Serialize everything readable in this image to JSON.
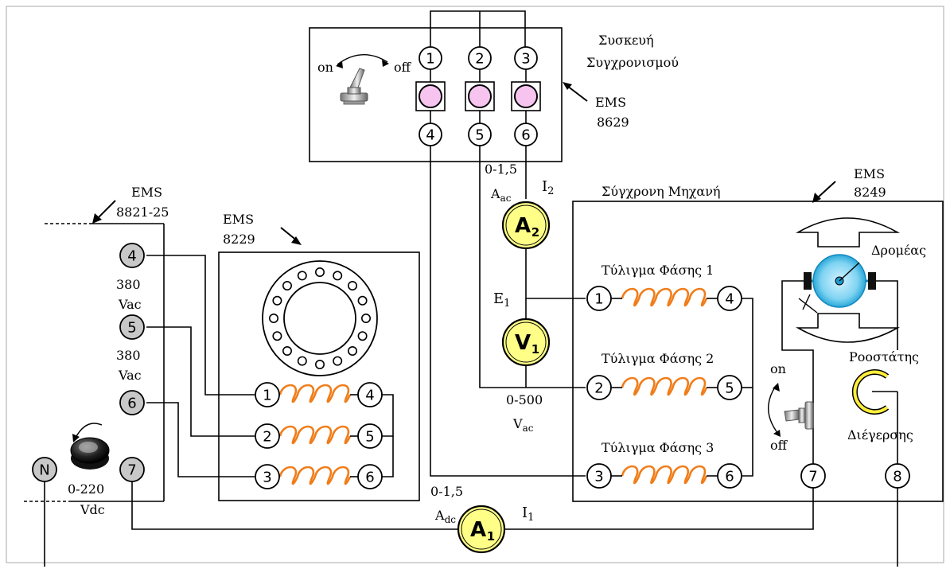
{
  "sync_device": {
    "title_line1": "Συσκευή",
    "title_line2": "Συγχρονισμού",
    "ems_label": "EMS",
    "ems_number": "8629",
    "switch_on": "on",
    "switch_off": "off",
    "terminals_top": [
      "1",
      "2",
      "3"
    ],
    "terminals_bottom": [
      "4",
      "5",
      "6"
    ],
    "lamp_color": "#f7c4f0"
  },
  "power_supply": {
    "ems_label": "EMS",
    "ems_number": "8821-25",
    "terminals": [
      "4",
      "5",
      "6",
      "7",
      "N"
    ],
    "voltage_4_5": "380",
    "voltage_4_5_unit": "Vac",
    "voltage_5_6": "380",
    "voltage_5_6_unit": "Vac",
    "dc_range": "0-220",
    "dc_unit": "Vdc"
  },
  "motor_8229": {
    "ems_label": "EMS",
    "ems_number": "8229",
    "terminals_left": [
      "1",
      "2",
      "3"
    ],
    "terminals_right": [
      "4",
      "5",
      "6"
    ],
    "coil_color": "#f07d1a"
  },
  "sync_machine": {
    "title": "Σύγχρονη Μηχανή",
    "ems_label": "EMS",
    "ems_number": "8249",
    "rotor_label": "Δρομέας",
    "rheostat_label_1": "Ροοστάτης",
    "rheostat_label_2": "Διέγερσης",
    "switch_on": "on",
    "switch_off": "off",
    "phases": [
      {
        "label": "Τύλιγμα Φάσης 1",
        "t_in": "1",
        "t_out": "4"
      },
      {
        "label": "Τύλιγμα Φάσης 2",
        "t_in": "2",
        "t_out": "5"
      },
      {
        "label": "Τύλιγμα Φάσης 3",
        "t_in": "3",
        "t_out": "6"
      }
    ],
    "exc_terminals": [
      "7",
      "8"
    ]
  },
  "meters": {
    "a2": {
      "letter": "A",
      "sub": "2",
      "range": "0-1,5",
      "unit": "A",
      "unit_sub": "ac",
      "name": "I",
      "name_sub": "2"
    },
    "v1": {
      "letter": "V",
      "sub": "1",
      "range": "0-500",
      "unit": "V",
      "unit_sub": "ac",
      "name": "E",
      "name_sub": "1"
    },
    "a1": {
      "letter": "A",
      "sub": "1",
      "range": "0-1,5",
      "unit": "A",
      "unit_sub": "dc",
      "name": "I",
      "name_sub": "1"
    },
    "meter_fill": "#ffff88"
  }
}
